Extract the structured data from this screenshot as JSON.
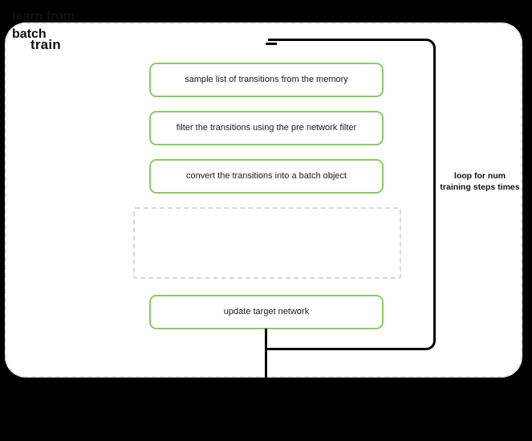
{
  "diagram": {
    "title": "train",
    "container_label": "train",
    "outer_border_color": "#e2e2e2",
    "accent_color": "#8cc96a",
    "line_color": "#000000",
    "background_color": "#000000",
    "canvas_color": "#ffffff"
  },
  "steps": [
    {
      "id": "sample",
      "label": "sample list of transitions from the memory"
    },
    {
      "id": "filter",
      "label": "filter the transitions using the pre network filter"
    },
    {
      "id": "convert",
      "label": "convert the transitions into a batch object"
    },
    {
      "id": "update",
      "label": "update target network"
    }
  ],
  "subgroup": {
    "id": "learn-from-batch",
    "label": "learn from batch",
    "border_style": "dashed",
    "border_color": "#d8d8d8"
  },
  "loop": {
    "label": "loop for num training steps times",
    "label_line_1": "loop for num",
    "label_line_2": "training steps",
    "label_line_3": "times"
  },
  "icons": {
    "arrow_in": "arrow-down-icon",
    "arrow_out": "arrow-down-icon"
  }
}
